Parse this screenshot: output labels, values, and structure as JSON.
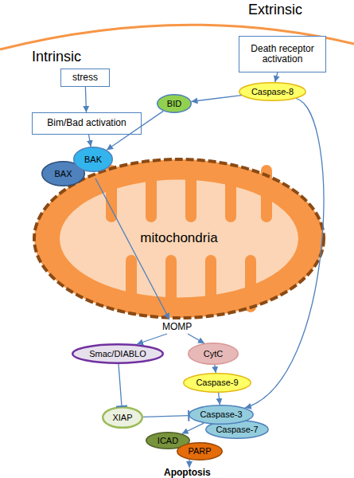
{
  "diagram": {
    "nodes": [
      {
        "text": [
          "Death receptor activation"
        ]
      },
      {
        "text": [
          "stress"
        ]
      },
      {
        "text": [
          "Caspase-8"
        ]
      },
      {
        "text": [
          "BID"
        ]
      },
      {
        "text": [
          "Bim/Bad activation"
        ]
      },
      {
        "text": [
          "BAK"
        ]
      },
      {
        "text": [
          "BAX"
        ]
      },
      {
        "text": [
          "mitochondria"
        ]
      },
      {
        "text": [
          "Smac/DIABLO"
        ]
      },
      {
        "text": [
          "CytC"
        ]
      },
      {
        "text": [
          "Caspase-9"
        ]
      },
      {
        "text": [
          "XIAP"
        ]
      },
      {
        "text": [
          "Caspase-3"
        ]
      },
      {
        "text": [
          "Caspase-7"
        ]
      },
      {
        "text": [
          "ICAD"
        ]
      },
      {
        "text": [
          "PARP"
        ]
      }
    ],
    "edges": [
      {
        "from": 1,
        "to": 4,
        "arrow": "to"
      },
      {
        "from": 4,
        "to": 5,
        "arrow": "to"
      },
      {
        "from": 0,
        "to": 2,
        "arrow": "to"
      },
      {
        "from": 2,
        "to": 3,
        "arrow": "to"
      },
      {
        "from": 3,
        "to": 5,
        "arrow": "to"
      },
      {
        "from": 2,
        "to": 12,
        "arrow": "to"
      },
      {
        "from": 9,
        "to": 10,
        "arrow": "to"
      },
      {
        "from": 10,
        "to": 12,
        "arrow": "to"
      },
      {
        "from": 8,
        "to": 11,
        "arrow": "to"
      },
      {
        "from": 11,
        "to": 12,
        "arrow": "to"
      },
      {
        "from": 12,
        "to": 14,
        "arrow": "to"
      }
    ],
    "labels": [
      "Extrinsic",
      "Intrinsic",
      "MOMP",
      "Apoptosis"
    ]
  }
}
